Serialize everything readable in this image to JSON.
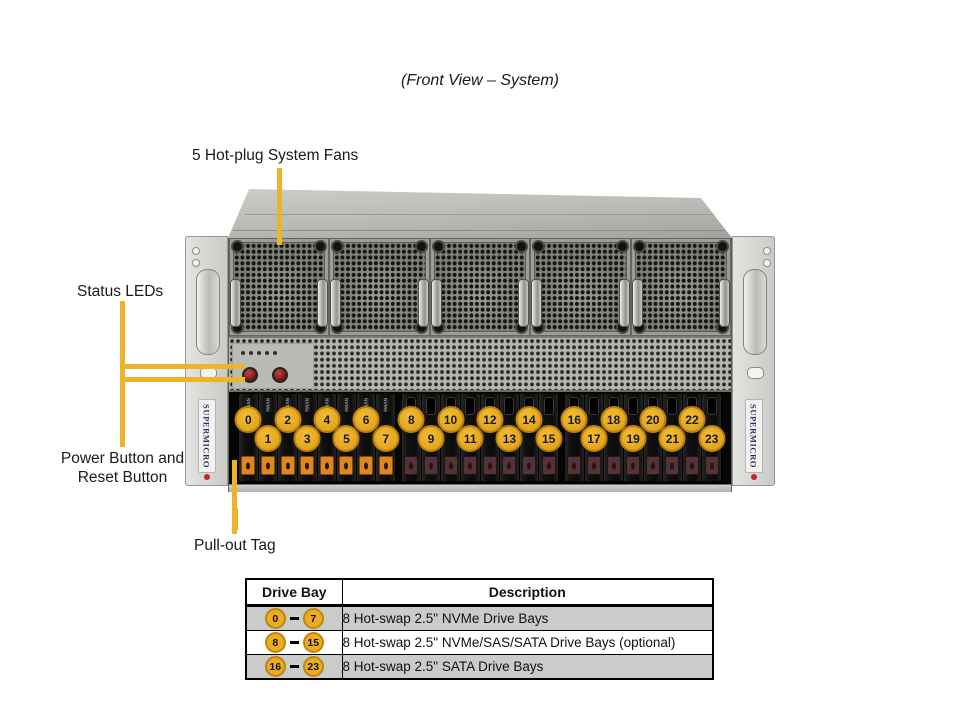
{
  "title": "(Front View – System)",
  "callouts": {
    "fans": "5 Hot-plug System Fans",
    "status_leds": "Status LEDs",
    "power_reset_line1": "Power Button and",
    "power_reset_line2": "Reset Button",
    "pull_out_tag": "Pull-out Tag"
  },
  "colors": {
    "callout_line": "#EDB32B",
    "bay_circle_fill": "#EDAB21",
    "bay_circle_border": "#BE860E",
    "latch_orange": "#E08620",
    "latch_maroon": "#533339"
  },
  "chassis": {
    "brand": "SUPERMICRO",
    "fan_count": 5,
    "led_count": 5,
    "drive_groups": [
      {
        "bays": [
          0,
          1,
          2,
          3,
          4,
          5,
          6,
          7
        ],
        "tray_label": "NVMe",
        "latch": "orange"
      },
      {
        "bays": [
          8,
          9,
          10,
          11,
          12,
          13,
          14,
          15
        ],
        "tray_label": "",
        "latch": "maroon"
      },
      {
        "bays": [
          16,
          17,
          18,
          19,
          20,
          21,
          22,
          23
        ],
        "tray_label": "",
        "latch": "maroon"
      }
    ]
  },
  "table": {
    "headers": [
      "Drive Bay",
      "Description"
    ],
    "rows": [
      {
        "bay_start": "0",
        "bay_end": "7",
        "description": "8 Hot-swap 2.5\" NVMe Drive Bays"
      },
      {
        "bay_start": "8",
        "bay_end": "15",
        "description": "8 Hot-swap 2.5\" NVMe/SAS/SATA Drive Bays (optional)"
      },
      {
        "bay_start": "16",
        "bay_end": "23",
        "description": "8 Hot-swap 2.5\" SATA Drive Bays"
      }
    ]
  }
}
